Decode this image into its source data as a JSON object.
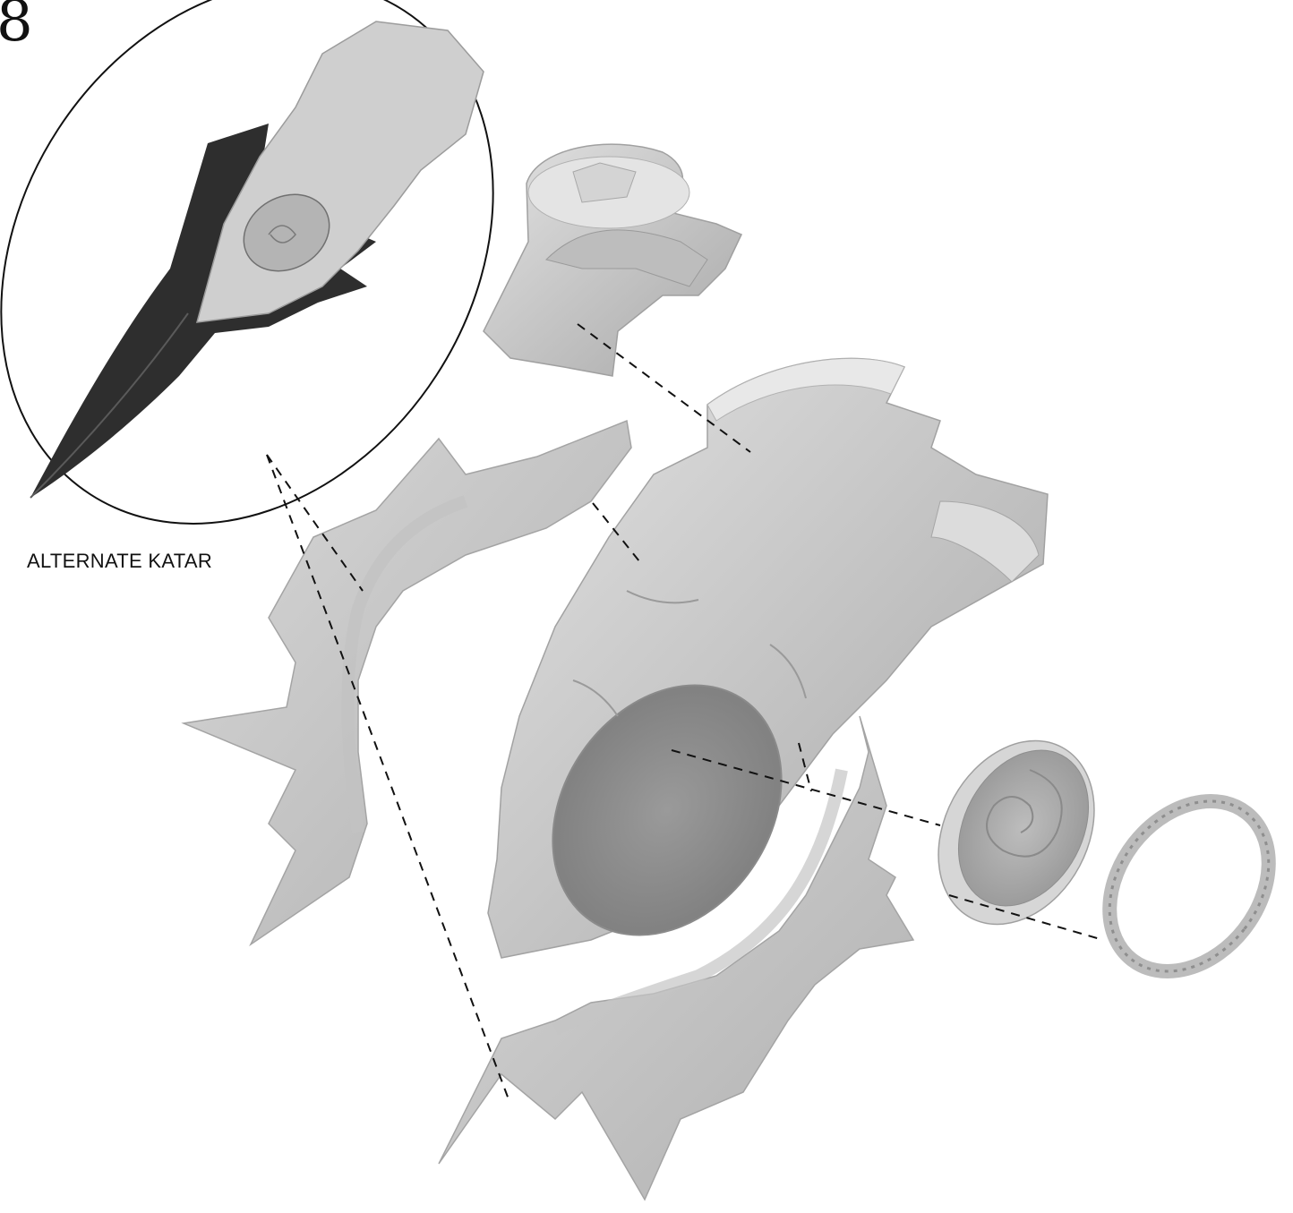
{
  "step_number": "8",
  "callout": {
    "label": "ALTERNATE KATAR"
  },
  "colors": {
    "background": "#ffffff",
    "part_light": "#cfcfcf",
    "part_mid": "#b9b9b9",
    "part_shadow": "#9a9a9a",
    "blade_dark": "#2e2e2e",
    "line": "#111111"
  },
  "parts": [
    "top-cap-part",
    "main-body-part",
    "left-guard-part",
    "right-guard-part",
    "swirl-disc-part",
    "teeth-ring-part",
    "alternate-katar-render"
  ]
}
